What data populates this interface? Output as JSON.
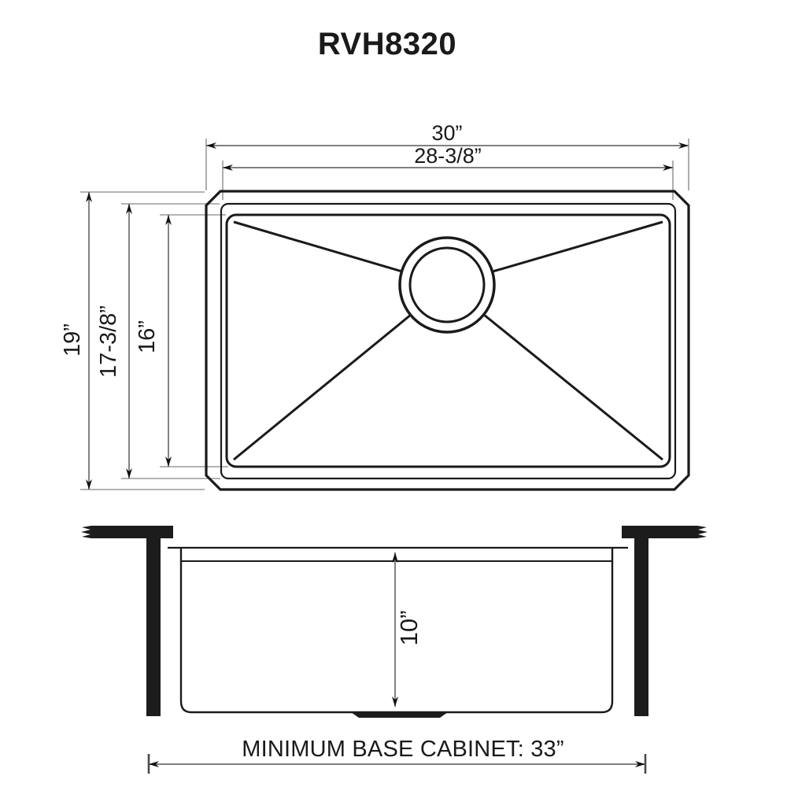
{
  "title": "RVH8320",
  "colors": {
    "background": "#ffffff",
    "sink_outline": "#1a1a1a",
    "dimension_line": "#6e6e6e",
    "extension_line": "#9a9a9a",
    "text": "#1a1a1a"
  },
  "top_view": {
    "dim_outer_width": "30”",
    "dim_inner_width": "28-3/8”",
    "dim_outer_height": "19”",
    "dim_middle_height": "17-3/8”",
    "dim_bowl_height": "16”"
  },
  "side_view": {
    "dim_bowl_depth": "10”"
  },
  "footer": {
    "min_base_cabinet": "MINIMUM BASE CABINET: 33”"
  }
}
